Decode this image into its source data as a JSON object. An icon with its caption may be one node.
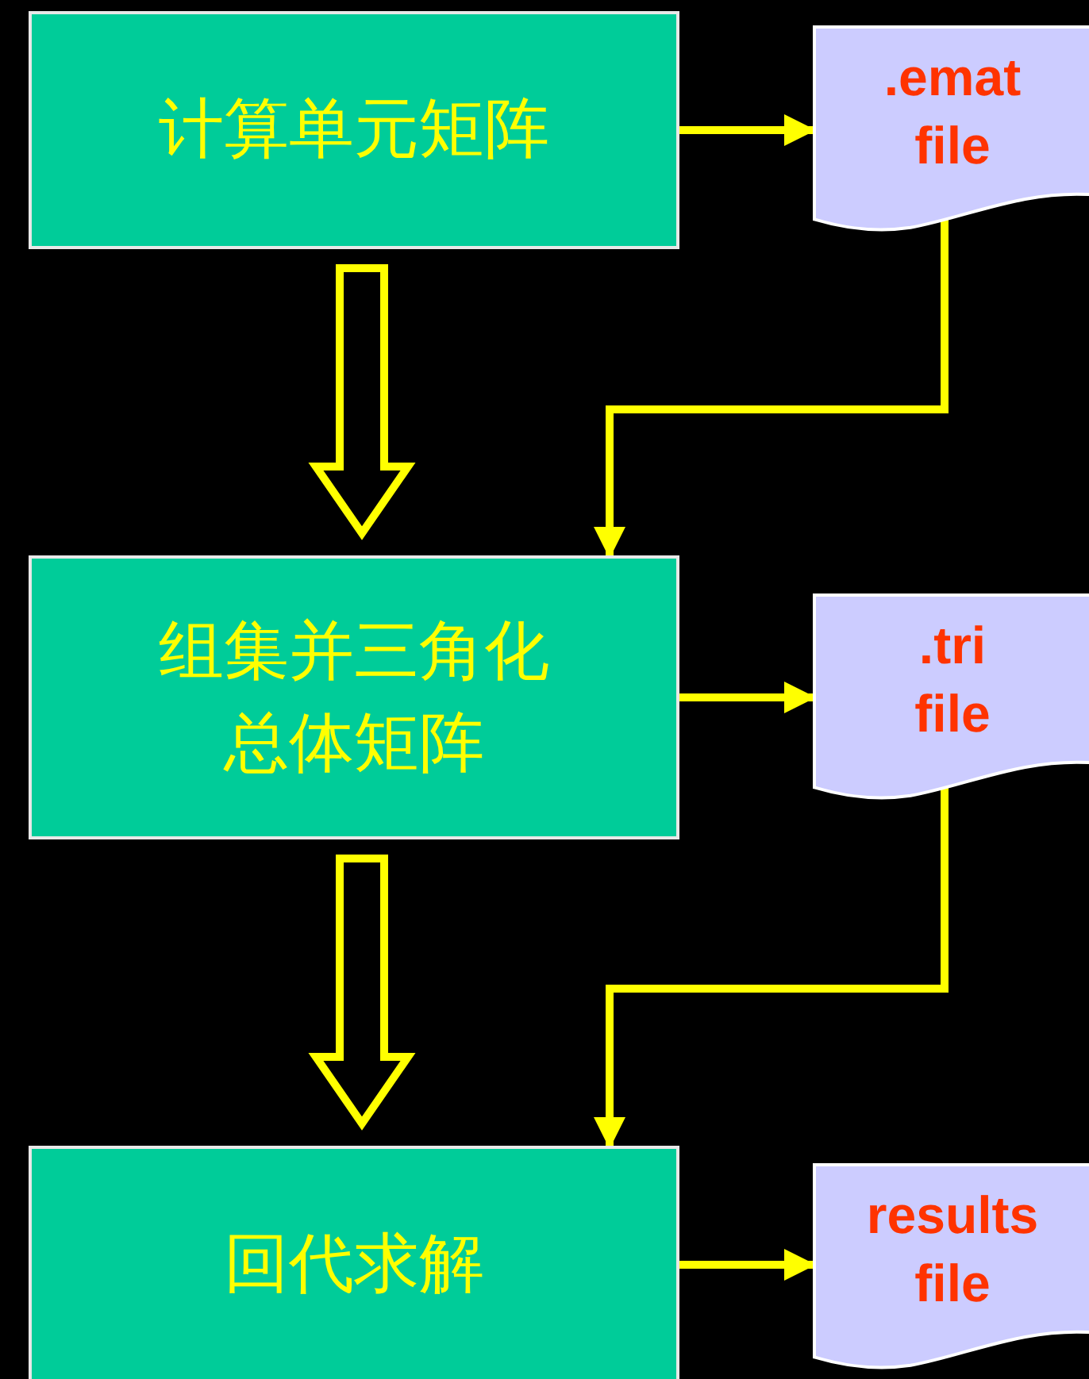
{
  "diagram": {
    "nodes": [
      {
        "text": [
          "计算单元矩阵"
        ]
      },
      {
        "text": [
          ".emat file"
        ]
      },
      {
        "text": [
          "组集并三角化总体矩阵"
        ]
      },
      {
        "text": [
          ".tri file"
        ]
      },
      {
        "text": [
          "回代求解"
        ]
      },
      {
        "text": [
          "results file"
        ]
      }
    ],
    "edges": [
      {
        "from": 0,
        "to": 1,
        "arrow": "to"
      },
      {
        "from": 0,
        "to": 2,
        "arrow": "to",
        "style": "thick"
      },
      {
        "from": 1,
        "to": 2,
        "arrow": "to"
      },
      {
        "from": 2,
        "to": 3,
        "arrow": "to"
      },
      {
        "from": 2,
        "to": 4,
        "arrow": "to",
        "style": "thick"
      },
      {
        "from": 3,
        "to": 4,
        "arrow": "to"
      },
      {
        "from": 4,
        "to": 5,
        "arrow": "to"
      }
    ]
  }
}
